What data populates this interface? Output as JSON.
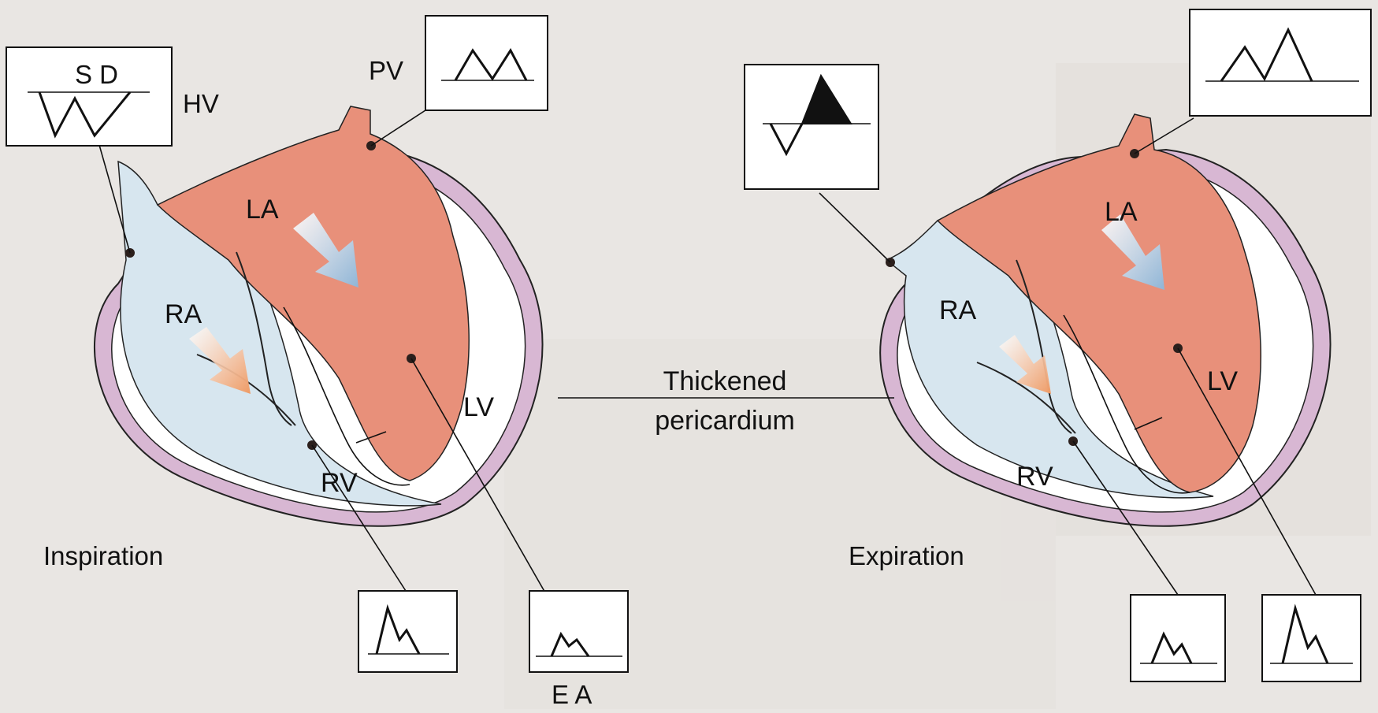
{
  "labels": {
    "hv": "HV",
    "pv_left": "PV",
    "sd": "S D",
    "la_left": "LA",
    "ra_left": "RA",
    "lv_left": "LV",
    "rv_left": "RV",
    "la_right": "LA",
    "ra_right": "RA",
    "lv_right": "LV",
    "rv_right": "RV",
    "thickened_line1": "Thickened",
    "thickened_line2": "pericardium",
    "inspiration": "Inspiration",
    "expiration": "Expiration",
    "ea": "E A"
  },
  "colors": {
    "myocardium": "#e8907a",
    "right_blue": "#d7e6ef",
    "pericardium": "#d8b7d3",
    "arrow_blue": "#a9c7de",
    "arrow_orange": "#f0b088"
  }
}
